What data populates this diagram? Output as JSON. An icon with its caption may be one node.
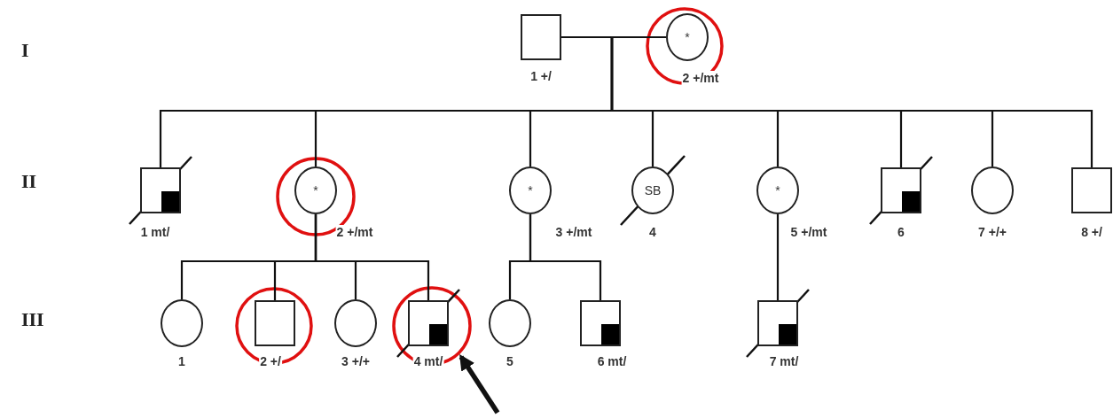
{
  "diagram": {
    "nodes": [
      {
        "text": [],
        "shape": "box",
        "beside": [
          "1 +/"
        ]
      },
      {
        "text": [
          "*"
        ],
        "beside": [
          "2 +/mt"
        ]
      },
      {
        "text": [],
        "shape": "box",
        "beside": [
          "1 mt/"
        ]
      },
      {
        "text": [
          "*"
        ],
        "beside": [
          "2 +/mt"
        ]
      },
      {
        "text": [
          "*"
        ],
        "beside": [
          "3 +/mt"
        ]
      },
      {
        "text": [
          "SB"
        ],
        "beside": [
          "4"
        ]
      },
      {
        "text": [
          "*"
        ],
        "beside": [
          "5 +/mt"
        ]
      },
      {
        "text": [],
        "shape": "box",
        "beside": [
          "6"
        ]
      },
      {
        "text": [],
        "shape": "circle",
        "beside": [
          "7 +/+"
        ]
      },
      {
        "text": [],
        "shape": "box",
        "beside": [
          "8 +/"
        ]
      },
      {
        "text": [],
        "shape": "circle",
        "beside": [
          "1"
        ]
      },
      {
        "text": [],
        "shape": "box",
        "beside": [
          "2 +/"
        ]
      },
      {
        "text": [],
        "shape": "circle",
        "beside": [
          "3 +/+"
        ]
      },
      {
        "text": [],
        "shape": "box",
        "beside": [
          "4 mt/"
        ]
      },
      {
        "text": [],
        "shape": "circle",
        "beside": [
          "5"
        ]
      },
      {
        "text": [],
        "shape": "box",
        "beside": [
          "6 mt/"
        ]
      },
      {
        "text": [],
        "shape": "box",
        "beside": [
          "7 mt/"
        ]
      }
    ],
    "edges": [
      {
        "from": 0,
        "to": 1,
        "arrow": "none"
      },
      {
        "from": 1,
        "to": 2,
        "arrow": "none"
      },
      {
        "from": 1,
        "to": 3,
        "arrow": "none"
      },
      {
        "from": 1,
        "to": 4,
        "arrow": "none"
      },
      {
        "from": 1,
        "to": 5,
        "arrow": "none"
      },
      {
        "from": 1,
        "to": 6,
        "arrow": "none"
      },
      {
        "from": 1,
        "to": 7,
        "arrow": "none"
      },
      {
        "from": 1,
        "to": 8,
        "arrow": "none"
      },
      {
        "from": 1,
        "to": 9,
        "arrow": "none"
      },
      {
        "from": 3,
        "to": 10,
        "arrow": "none"
      },
      {
        "from": 3,
        "to": 11,
        "arrow": "none"
      },
      {
        "from": 3,
        "to": 12,
        "arrow": "none"
      },
      {
        "from": 3,
        "to": 13,
        "arrow": "none"
      },
      {
        "from": 4,
        "to": 14,
        "arrow": "none"
      },
      {
        "from": 4,
        "to": 15,
        "arrow": "none"
      },
      {
        "from": 6,
        "to": 16,
        "arrow": "none"
      },
      {
        "from": null,
        "to": 13,
        "arrow": "to",
        "style": "thick"
      }
    ],
    "labels": [
      "I",
      "II",
      "III"
    ]
  }
}
